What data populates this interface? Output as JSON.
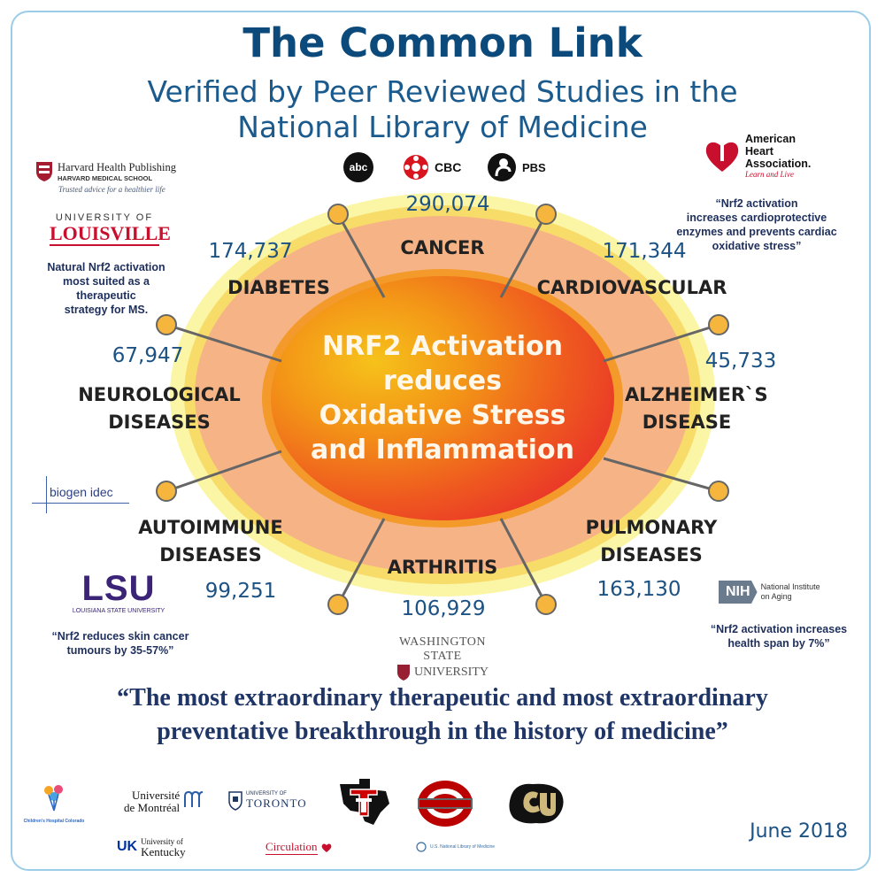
{
  "title": "The Common Link",
  "subtitle": [
    "Verified by Peer Reviewed Studies in the",
    "National Library of Medicine"
  ],
  "center_text": [
    "NRF2 Activation",
    "reduces",
    "Oxidative Stress",
    "and Inflammation"
  ],
  "media": {
    "abc": "abc",
    "cbc": "CBC",
    "pbs": "PBS"
  },
  "categories": {
    "cancer": {
      "name": [
        "CANCER"
      ],
      "count": "290,074"
    },
    "cardiovascular": {
      "name": [
        "CARDIOVASCULAR"
      ],
      "count": "171,344"
    },
    "alzheimers": {
      "name": [
        "ALZHEIMER`S",
        "DISEASE"
      ],
      "count": "45,733"
    },
    "pulmonary": {
      "name": [
        "PULMONARY",
        "DISEASES"
      ],
      "count": "163,130"
    },
    "arthritis": {
      "name": [
        "ARTHRITIS"
      ],
      "count": "106,929"
    },
    "autoimmune": {
      "name": [
        "AUTOIMMUNE",
        "DISEASES"
      ],
      "count": "99,251"
    },
    "neurological": {
      "name": [
        "NEUROLOGICAL",
        "DISEASES"
      ],
      "count": "67,947"
    },
    "diabetes": {
      "name": [
        "DIABETES"
      ],
      "count": "174,737"
    }
  },
  "sources": {
    "harvard": {
      "name": "Harvard Health Publishing",
      "school": "HARVARD MEDICAL SCHOOL",
      "tagline": "Trusted advice for a healthier life"
    },
    "louisville": {
      "top": "UNIVERSITY OF",
      "name": "LOUISVILLE",
      "quote": [
        "Natural Nrf2 activation",
        "most suited as a therapeutic",
        "strategy for MS."
      ]
    },
    "aha": {
      "name": [
        "American",
        "Heart",
        "Association."
      ],
      "tagline": "Learn and Live",
      "quote": [
        "“Nrf2 activation",
        "increases cardioprotective",
        "enzymes and prevents cardiac",
        "oxidative stress”"
      ]
    },
    "biogen": {
      "name": "biogen idec"
    },
    "lsu": {
      "name": "LSU",
      "full": "LOUISIANA STATE UNIVERSITY",
      "quote": [
        "“Nrf2 reduces skin cancer",
        "tumours by 35-57%”"
      ]
    },
    "nih": {
      "abbr": "NIH",
      "name": [
        "National Institute",
        "on Aging"
      ],
      "quote": [
        "“Nrf2 activation increases",
        "health span by 7%”"
      ]
    },
    "wsu": {
      "line1": "WASHINGTON STATE",
      "line2": "UNIVERSITY"
    }
  },
  "quote": [
    "“The most extraordinary therapeutic and most extraordinary",
    "preventative breakthrough in the history of medicine”"
  ],
  "footer_logos": {
    "childrens": "Children's Hospital Colorado",
    "montreal": [
      "Université",
      "de Montréal"
    ],
    "toronto_small": "UNIVERSITY OF",
    "toronto": "TORONTO",
    "kentucky": [
      "University of",
      "Kentucky"
    ],
    "circulation": "Circulation",
    "nlm": "U.S. National Library of Medicine"
  },
  "date": "June 2018",
  "colors": {
    "title": "#0b4a7a",
    "number": "#1c5283",
    "core": "#ee4a22",
    "ring": "#f6b486",
    "dot": "#f6b53c"
  }
}
